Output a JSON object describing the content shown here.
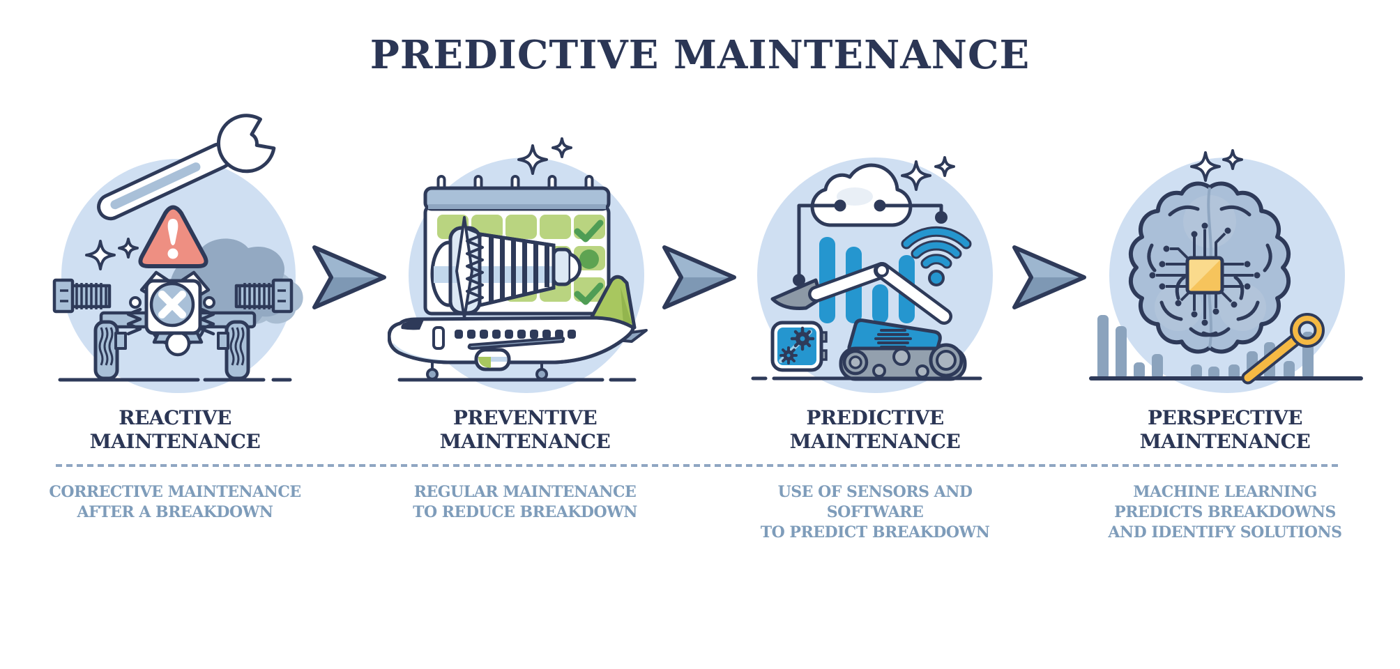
{
  "title": "PREDICTIVE MAINTENANCE",
  "stages": [
    {
      "key": "reactive",
      "title_lines": [
        "REACTIVE",
        "MAINTENANCE"
      ],
      "description_lines": [
        "CORRECTIVE MAINTENANCE",
        "AFTER A BREAKDOWN"
      ],
      "illustration": "broken-engine-warning-wrench-bolts"
    },
    {
      "key": "preventive",
      "title_lines": [
        "PREVENTIVE",
        "MAINTENANCE"
      ],
      "description_lines": [
        "REGULAR MAINTENANCE",
        "TO REDUCE BREAKDOWN"
      ],
      "illustration": "maintenance-calendar-jet-engine-airplane"
    },
    {
      "key": "predictive",
      "title_lines": [
        "PREDICTIVE",
        "MAINTENANCE"
      ],
      "description_lines": [
        "USE OF SENSORS AND SOFTWARE",
        "TO PREDICT BREAKDOWN"
      ],
      "illustration": "cloud-data-wifi-excavator-sensors"
    },
    {
      "key": "perspective",
      "title_lines": [
        "PERSPECTIVE",
        "MAINTENANCE"
      ],
      "description_lines": [
        "MACHINE LEARNING",
        "PREDICTS BREAKDOWNS",
        "AND IDENTIFY SOLUTIONS"
      ],
      "illustration": "ai-brain-chip-analytics-magnifier"
    }
  ],
  "arrows": {
    "count": 3,
    "icon": "flow-arrow-icon",
    "direction": "right"
  },
  "colors": {
    "title_text": "#2b3655",
    "heading_text": "#2b3655",
    "description_text": "#7e9cba",
    "divider": "#8fa6c2",
    "outline": "#2e3a59",
    "circle_bg": "#cfdff2",
    "accent_salmon": "#ee8f82",
    "accent_green": "#b9d480",
    "accent_green_dark": "#4f9d55",
    "accent_blue": "#2596cf",
    "accent_yellow": "#f6c45c",
    "accent_gray_blue": "#a9c0d8",
    "arrow_light": "#9db6cf",
    "arrow_dark": "#7e98b4"
  }
}
